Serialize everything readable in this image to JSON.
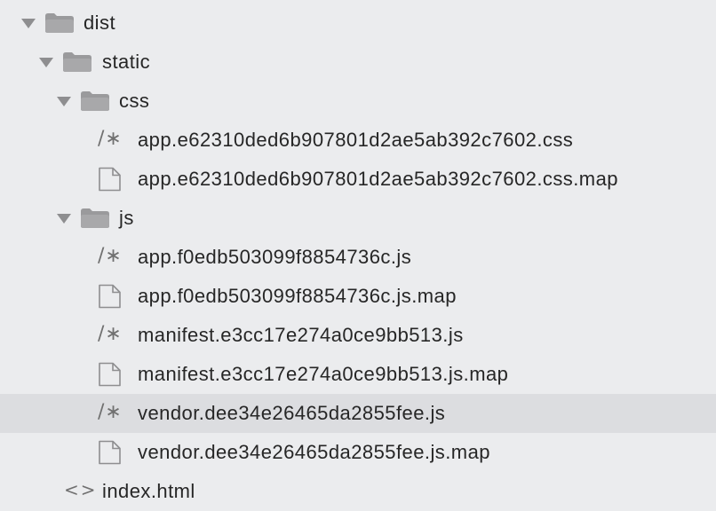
{
  "tree": [
    {
      "label": "dist",
      "type": "folder",
      "icon": "folder-icon"
    },
    {
      "label": "static",
      "type": "folder",
      "icon": "folder-icon"
    },
    {
      "label": "css",
      "type": "folder",
      "icon": "folder-icon"
    },
    {
      "label": "app.e62310ded6b907801d2ae5ab392c7602.css",
      "type": "file",
      "icon": "comment-icon",
      "glyph": "/∗"
    },
    {
      "label": "app.e62310ded6b907801d2ae5ab392c7602.css.map",
      "type": "file",
      "icon": "document-icon"
    },
    {
      "label": "js",
      "type": "folder",
      "icon": "folder-icon"
    },
    {
      "label": "app.f0edb503099f8854736c.js",
      "type": "file",
      "icon": "comment-icon",
      "glyph": "/∗"
    },
    {
      "label": "app.f0edb503099f8854736c.js.map",
      "type": "file",
      "icon": "document-icon"
    },
    {
      "label": "manifest.e3cc17e274a0ce9bb513.js",
      "type": "file",
      "icon": "comment-icon",
      "glyph": "/∗"
    },
    {
      "label": "manifest.e3cc17e274a0ce9bb513.js.map",
      "type": "file",
      "icon": "document-icon"
    },
    {
      "label": "vendor.dee34e26465da2855fee.js",
      "type": "file",
      "icon": "comment-icon",
      "glyph": "/∗",
      "selected": true
    },
    {
      "label": "vendor.dee34e26465da2855fee.js.map",
      "type": "file",
      "icon": "document-icon"
    },
    {
      "label": "index.html",
      "type": "file",
      "icon": "code-icon",
      "glyph": "<>"
    }
  ],
  "colors": {
    "background": "#ebecee",
    "selected_row": "#dcdde0",
    "icon": "#8e8e90",
    "text": "#262626"
  }
}
